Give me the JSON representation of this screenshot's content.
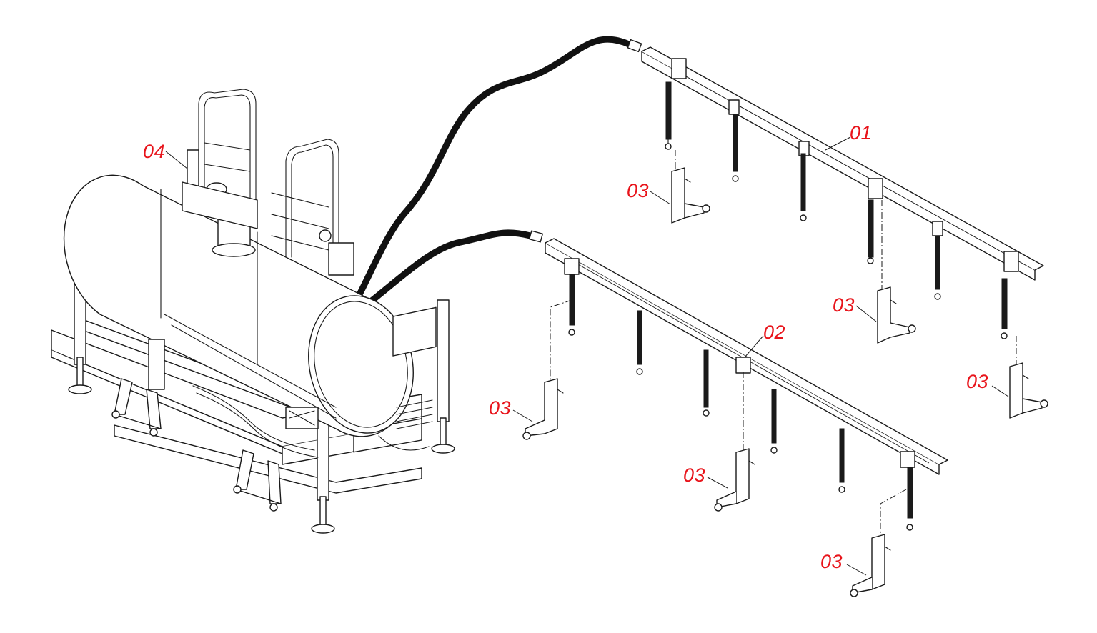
{
  "callouts": [
    {
      "id": "boom-upper",
      "text": "01"
    },
    {
      "id": "boom-lower",
      "text": "02"
    },
    {
      "id": "stand-1",
      "text": "03"
    },
    {
      "id": "stand-2",
      "text": "03"
    },
    {
      "id": "stand-3",
      "text": "03"
    },
    {
      "id": "stand-4",
      "text": "03"
    },
    {
      "id": "stand-5",
      "text": "03"
    },
    {
      "id": "stand-6",
      "text": "03"
    },
    {
      "id": "tank-unit",
      "text": "04"
    }
  ],
  "colors": {
    "callout_text": "#e8141b",
    "line_art": "#1a1a1a",
    "hose": "#111111",
    "background": "#ffffff"
  }
}
